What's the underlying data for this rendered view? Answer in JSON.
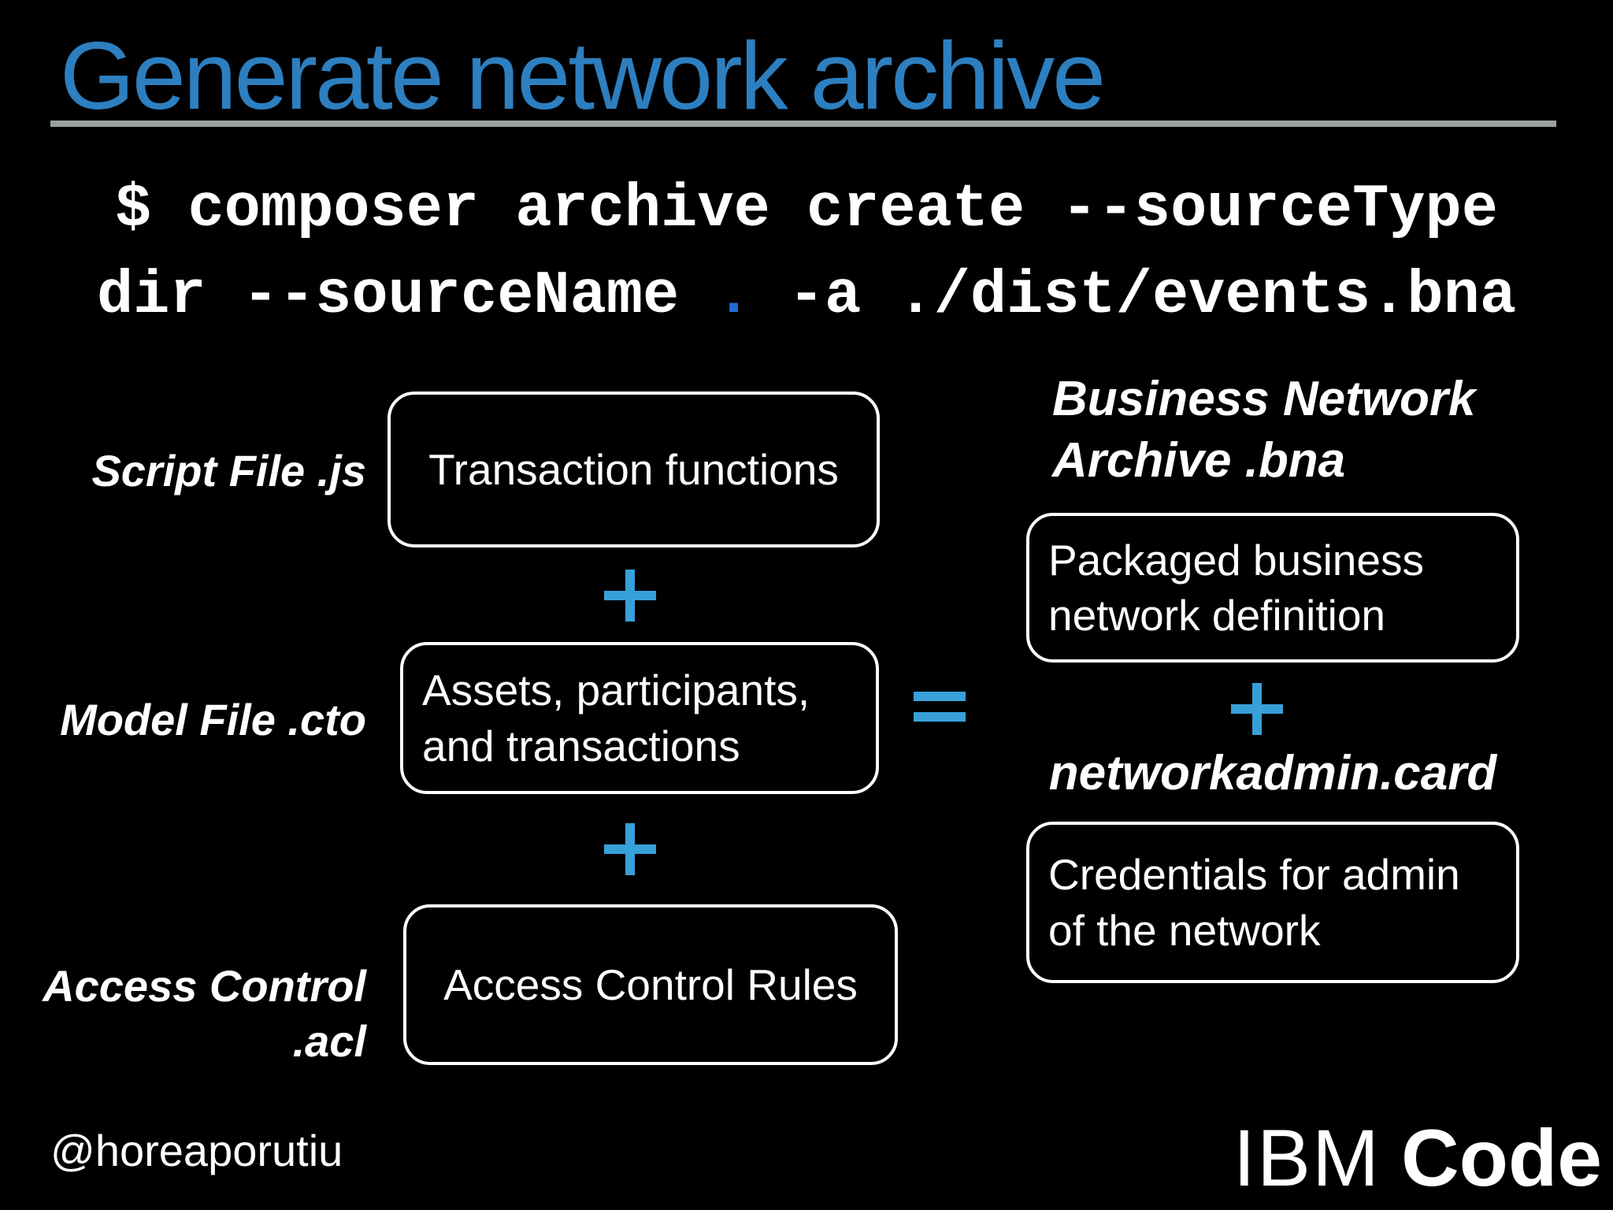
{
  "title": "Generate network archive",
  "command": {
    "line1": "$ composer archive create --sourceType",
    "line2_before_dot": "dir --sourceName ",
    "dot": ".",
    "line2_after_dot": " -a ./dist/events.bna"
  },
  "diagram": {
    "script_label": "Script File .js",
    "script_box": "Transaction functions",
    "model_label": "Model File .cto",
    "model_box_line1": "Assets, participants,",
    "model_box_line2": "and transactions",
    "acl_label_line1": "Access Control",
    "acl_label_line2": ".acl",
    "acl_box": "Access Control Rules",
    "bna_heading_line1": "Business Network",
    "bna_heading_line2": "Archive .bna",
    "bna_box_line1": "Packaged business",
    "bna_box_line2": "network definition",
    "card_heading": "networkadmin.card",
    "card_box_line1": "Credentials for admin",
    "card_box_line2": "of the network"
  },
  "footer": {
    "handle": "@horeaporutiu",
    "brand_regular": "IBM",
    "brand_bold": "Code"
  },
  "colors": {
    "background": "#000000",
    "title_blue": "#2d7fc0",
    "symbol_blue": "#38a0d8",
    "dot_blue": "#1e6fd1",
    "underline_gray": "#9aa0a0",
    "text_white": "#ffffff"
  }
}
